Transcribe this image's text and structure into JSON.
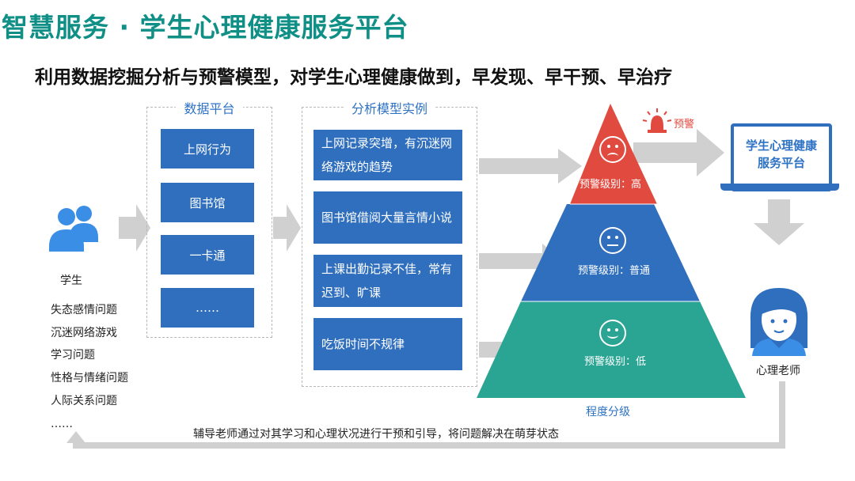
{
  "title": "智慧服务 · 学生心理健康服务平台",
  "subtitle": "利用数据挖掘分析与预警模型，对学生心理健康做到，早发现、早干预、早治疗",
  "student": {
    "label": "学生",
    "issues": [
      "失态感情问题",
      "沉迷网络游戏",
      "学习问题",
      "性格与情绪问题",
      "人际关系问题",
      "……"
    ]
  },
  "data_platform": {
    "title": "数据平台",
    "items": [
      "上网行为",
      "图书馆",
      "一卡通",
      "……"
    ]
  },
  "analysis": {
    "title": "分析模型实例",
    "items": [
      "上网记录突增，有沉迷网络游戏的趋势",
      "图书馆借阅大量言情小说",
      "上课出勤记录不佳，常有迟到、旷课",
      "吃饭时间不规律"
    ]
  },
  "pyramid": {
    "levels": [
      {
        "label": "预警级别：高",
        "face": "sad",
        "color": "#e04a3f"
      },
      {
        "label": "预警级别：普通",
        "face": "neutral",
        "color": "#2f6fbd"
      },
      {
        "label": "预警级别：低",
        "face": "smile",
        "color": "#2aa593"
      }
    ],
    "caption": "程度分级"
  },
  "alert": {
    "label": "预警",
    "color": "#e04a3f"
  },
  "platform": {
    "line1": "学生心理健康",
    "line2": "服务平台"
  },
  "teacher": {
    "label": "心理老师"
  },
  "feedback": "辅导老师通过对其学习和心理状况进行干预和引导，将问题解决在萌芽状态",
  "colors": {
    "title": "#0f8f86",
    "blue": "#2f6fbd",
    "red": "#e04a3f",
    "teal": "#2aa593",
    "arrow": "#d0d0d0",
    "icon": "#3a8ee6"
  }
}
